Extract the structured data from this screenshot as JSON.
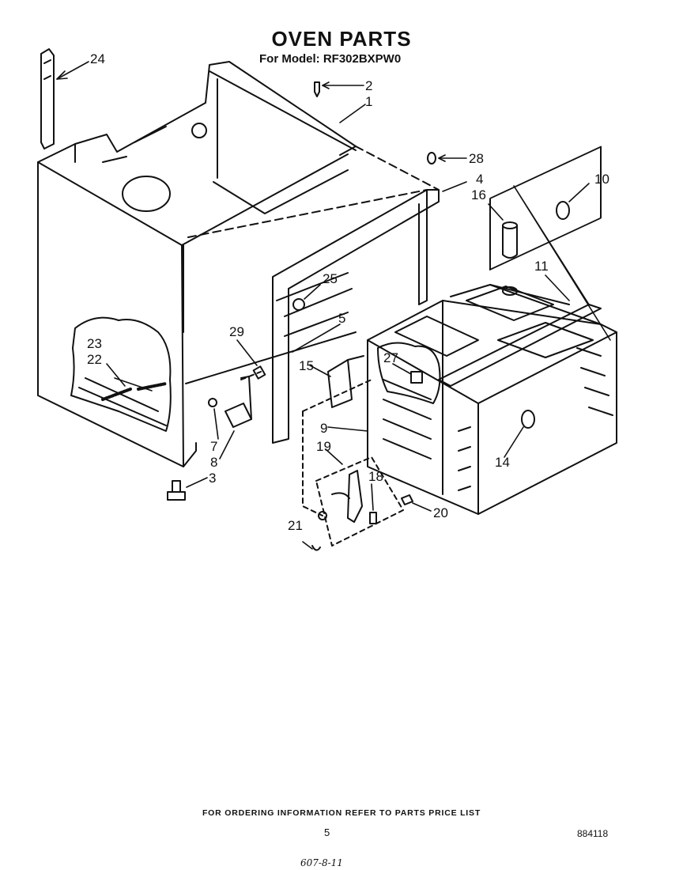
{
  "header": {
    "title": "OVEN PARTS",
    "model_line": "For Model: RF302BXPW0"
  },
  "callouts": [
    "24",
    "2",
    "1",
    "28",
    "4",
    "16",
    "10",
    "11",
    "25",
    "5",
    "29",
    "23",
    "22",
    "15",
    "27",
    "7",
    "8",
    "9",
    "19",
    "18",
    "14",
    "3",
    "20",
    "21"
  ],
  "footer": {
    "ordering_note": "FOR ORDERING INFORMATION REFER TO PARTS PRICE LIST",
    "page_number": "5",
    "doc_number": "884118",
    "handwritten_note": "607-8-11"
  }
}
